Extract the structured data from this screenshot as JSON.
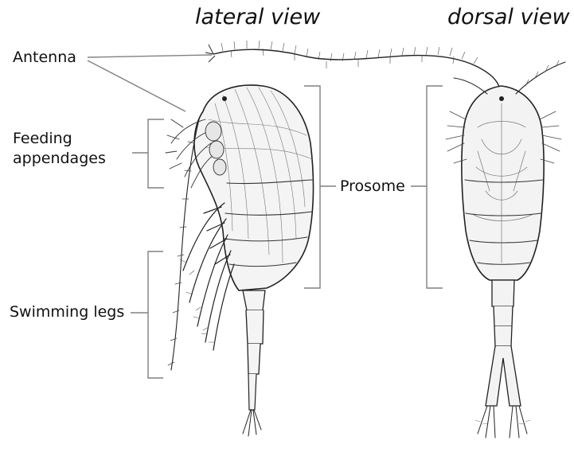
{
  "titles": {
    "lateral": "lateral view",
    "dorsal": "dorsal view"
  },
  "labels": {
    "antenna": "Antenna",
    "feeding_line1": "Feeding",
    "feeding_line2": "appendages",
    "prosome": "Prosome",
    "swimming_legs": "Swimming legs"
  },
  "colors": {
    "ink": "#111111",
    "pointer": "#808080",
    "background": "#ffffff"
  }
}
